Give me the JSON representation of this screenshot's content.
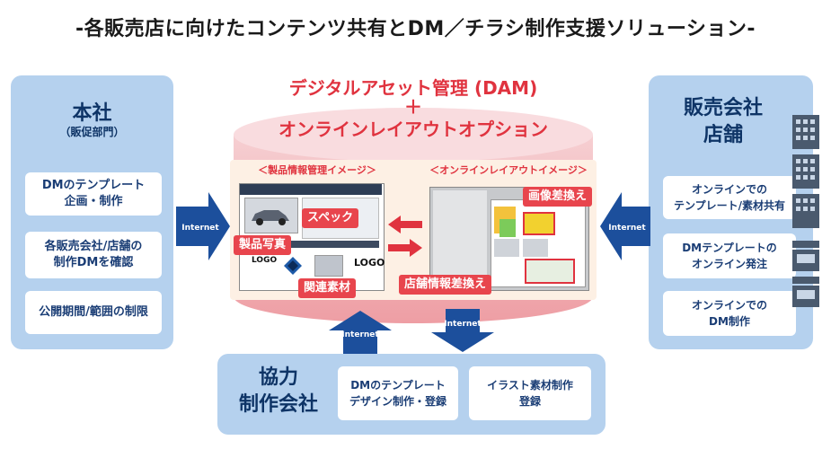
{
  "title": "-各販売店に向けたコンテンツ共有とDM／チラシ制作支援ソリューション-",
  "center": {
    "line1": "デジタルアセット管理 (DAM)",
    "plus": "＋",
    "line2": "オンラインレイアウトオプション",
    "left_caption": "＜製品情報管理イメージ＞",
    "right_caption": "＜オンラインレイアウトイメージ＞",
    "labels": {
      "spec": "スペック",
      "photo": "製品写真",
      "material": "関連素材",
      "image_swap": "画像差換え",
      "store_swap": "店舗情報差換え"
    },
    "logo_text": "LOGO"
  },
  "left_panel": {
    "title": "本社",
    "subtitle": "（販促部門）",
    "cards": [
      "DMのテンプレート\n企画・制作",
      "各販売会社/店舗の\n制作DMを確認",
      "公開期間/範囲の制限"
    ]
  },
  "right_panel": {
    "title": "販売会社\n店舗",
    "cards": [
      "オンラインでの\nテンプレート/素材共有",
      "DMテンプレートの\nオンライン発注",
      "オンラインでの\nDM制作"
    ]
  },
  "bottom_panel": {
    "title": "協力\n制作会社",
    "cards": [
      "DMのテンプレート\nデザイン制作・登録",
      "イラスト素材制作\n登録"
    ]
  },
  "arrows": {
    "left": "Internet",
    "right": "Internet",
    "up": "Internet",
    "down": "Internet"
  },
  "colors": {
    "panel": "#b5d1ee",
    "card_text": "#1a3d75",
    "accent_red": "#e0333f",
    "arrow_blue": "#1c4f9c",
    "cylinder": "#f3b9bd"
  }
}
